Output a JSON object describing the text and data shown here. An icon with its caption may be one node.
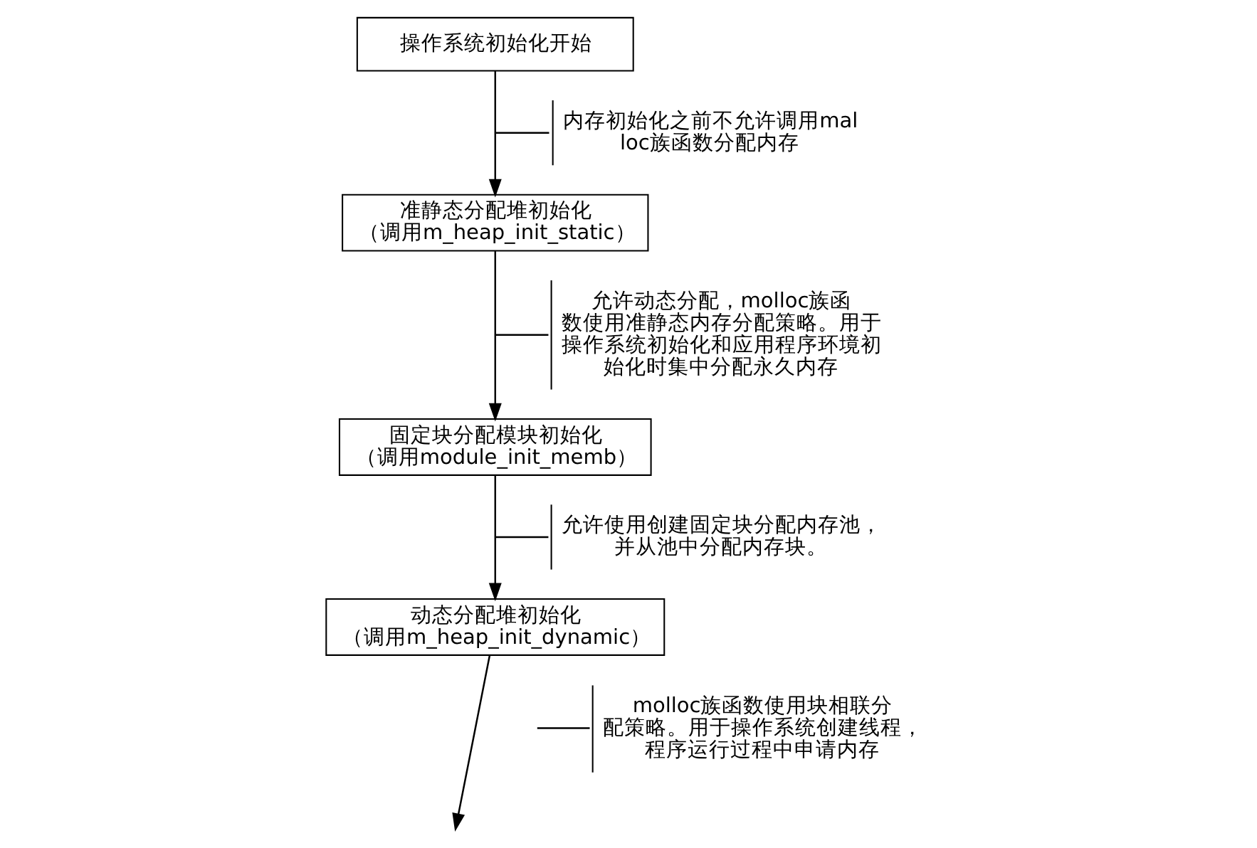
{
  "diagram": {
    "nodes": [
      {
        "text": [
          "操作系统初始化开始"
        ]
      },
      {
        "text": [
          "内存初始化之前不允许调用malloc族函数分配内存"
        ]
      },
      {
        "text": [
          "准静态分配堆初始化",
          "（调用m_heap_init_static）"
        ]
      },
      {
        "text": [
          "允许动态分配，molloc族函数使用准静态内存分配策略。用于操作系统初始化和应用程序环境初始化时集中分配永久内存"
        ]
      },
      {
        "text": [
          "固定块分配模块初始化",
          "（调用module_init_memb）"
        ]
      },
      {
        "text": [
          "允许使用创建固定块分配内存池，并从池中分配内存块。"
        ]
      },
      {
        "text": [
          "动态分配堆初始化",
          "（调用m_heap_init_dynamic）"
        ]
      },
      {
        "text": [
          "molloc族函数使用块相联分配策略。用于操作系统创建线程，程序运行过程中申请内存"
        ]
      }
    ],
    "edges": [
      {
        "from": 0,
        "to": 2,
        "arrow": "to"
      },
      {
        "from": 2,
        "to": 4,
        "arrow": "to"
      },
      {
        "from": 4,
        "to": 6,
        "arrow": "to"
      },
      {
        "from": 6,
        "to": null,
        "arrow": "to"
      },
      {
        "from": 1,
        "to": null,
        "arrow": "none"
      },
      {
        "from": 3,
        "to": null,
        "arrow": "none"
      },
      {
        "from": 5,
        "to": null,
        "arrow": "none"
      },
      {
        "from": 7,
        "to": null,
        "arrow": "none"
      }
    ]
  }
}
